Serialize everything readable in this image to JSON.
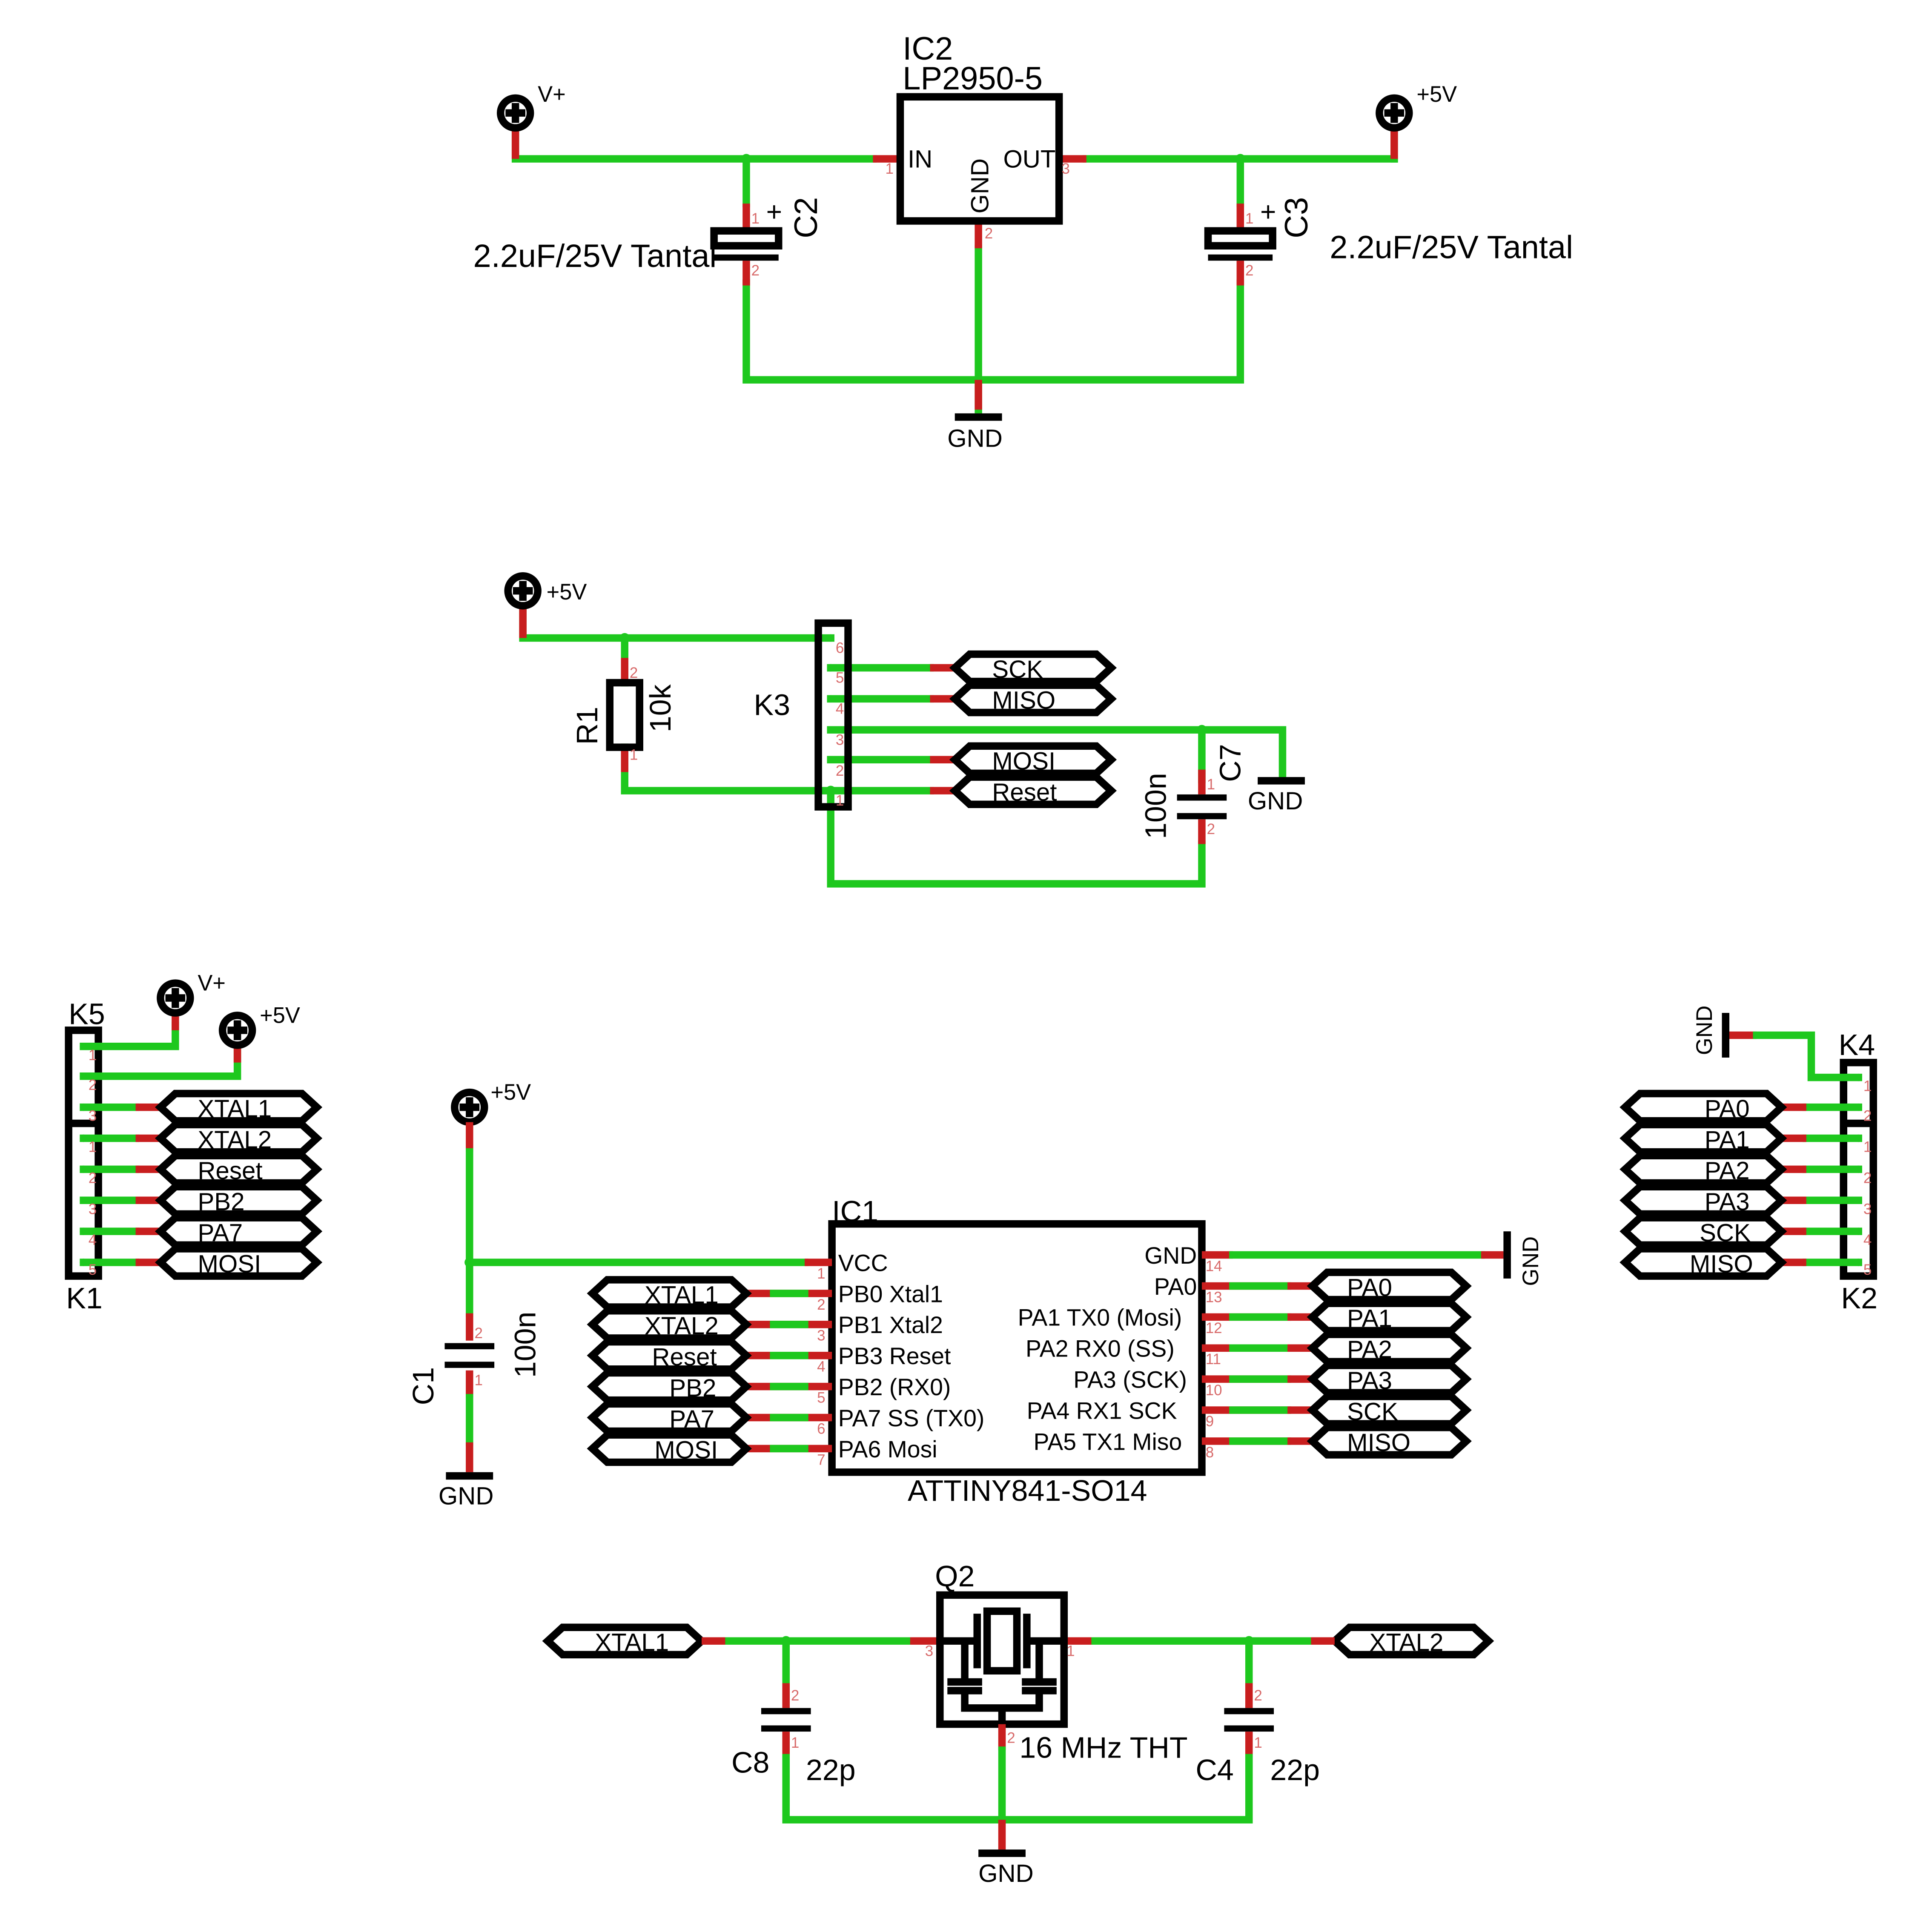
{
  "colors": {
    "wire": "#1ec81e",
    "pin": "#c81e1e",
    "body": "#000000",
    "pin_number": "#d86a6a",
    "background": "#ffffff"
  },
  "regulator": {
    "name": "IC2",
    "value": "LP2950-5",
    "pins": {
      "in": "IN",
      "out": "OUT",
      "gnd": "GND"
    },
    "pin_numbers": {
      "in": "1",
      "gnd": "2",
      "out": "3"
    },
    "c_in": {
      "name": "C2",
      "value": "2.2uF/25V Tantal",
      "plus": "+"
    },
    "c_out": {
      "name": "C3",
      "value": "2.2uF/25V Tantal",
      "plus": "+"
    },
    "supply_in": "V+",
    "supply_out": "+5V",
    "ground": "GND"
  },
  "isp": {
    "connector": "K3",
    "resistor": {
      "name": "R1",
      "value": "10k"
    },
    "cap": {
      "name": "C7",
      "value": "100n"
    },
    "supply": "+5V",
    "ground": "GND",
    "labels": [
      "SCK",
      "MISO",
      "MOSI",
      "Reset"
    ],
    "pin_numbers": [
      "6",
      "5",
      "4",
      "3",
      "2",
      "1"
    ]
  },
  "header_left": {
    "top_name": "K5",
    "bottom_name": "K1",
    "supplies": [
      "V+",
      "+5V"
    ],
    "labels": [
      "XTAL1",
      "XTAL2",
      "Reset",
      "PB2",
      "PA7",
      "MOSI"
    ],
    "pin_numbers": [
      "1",
      "2",
      "3",
      "1",
      "2",
      "3",
      "4",
      "5"
    ]
  },
  "header_right": {
    "top_name": "K4",
    "bottom_name": "K2",
    "ground": "GND",
    "labels": [
      "PA0",
      "PA1",
      "PA2",
      "PA3",
      "SCK",
      "MISO"
    ],
    "pin_numbers": [
      "1",
      "2",
      "1",
      "2",
      "3",
      "4",
      "5"
    ]
  },
  "mcu": {
    "name": "IC1",
    "value": "ATTINY841-SO14",
    "left_pins": [
      "VCC",
      "PB0 Xtal1",
      "PB1 Xtal2",
      "PB3 Reset",
      "PB2 (RX0)",
      "PA7 SS (TX0)",
      "PA6 Mosi"
    ],
    "left_numbers": [
      "1",
      "2",
      "3",
      "4",
      "5",
      "6",
      "7"
    ],
    "right_pins": [
      "GND",
      "PA0",
      "PA1 TX0 (Mosi)",
      "PA2 RX0 (SS)",
      "PA3 (SCK)",
      "PA4 RX1 SCK",
      "PA5 TX1 Miso"
    ],
    "right_numbers": [
      "14",
      "13",
      "12",
      "11",
      "10",
      "9",
      "8"
    ],
    "left_nets": [
      "XTAL1",
      "XTAL2",
      "Reset",
      "PB2",
      "PA7",
      "MOSI"
    ],
    "right_nets": [
      "PA0",
      "PA1",
      "PA2",
      "PA3",
      "SCK",
      "MISO"
    ],
    "decoupling": {
      "name": "C1",
      "value": "100n"
    },
    "supply": "+5V",
    "ground_left": "GND",
    "ground_right": "GND"
  },
  "crystal": {
    "name": "Q2",
    "value": "16 MHz THT",
    "pin_numbers": [
      "3",
      "1",
      "2"
    ],
    "net_left": "XTAL1",
    "net_right": "XTAL2",
    "cap_left": {
      "name": "C8",
      "value": "22p"
    },
    "cap_right": {
      "name": "C4",
      "value": "22p"
    },
    "cap_pin_numbers": [
      "2",
      "1"
    ],
    "ground": "GND"
  }
}
